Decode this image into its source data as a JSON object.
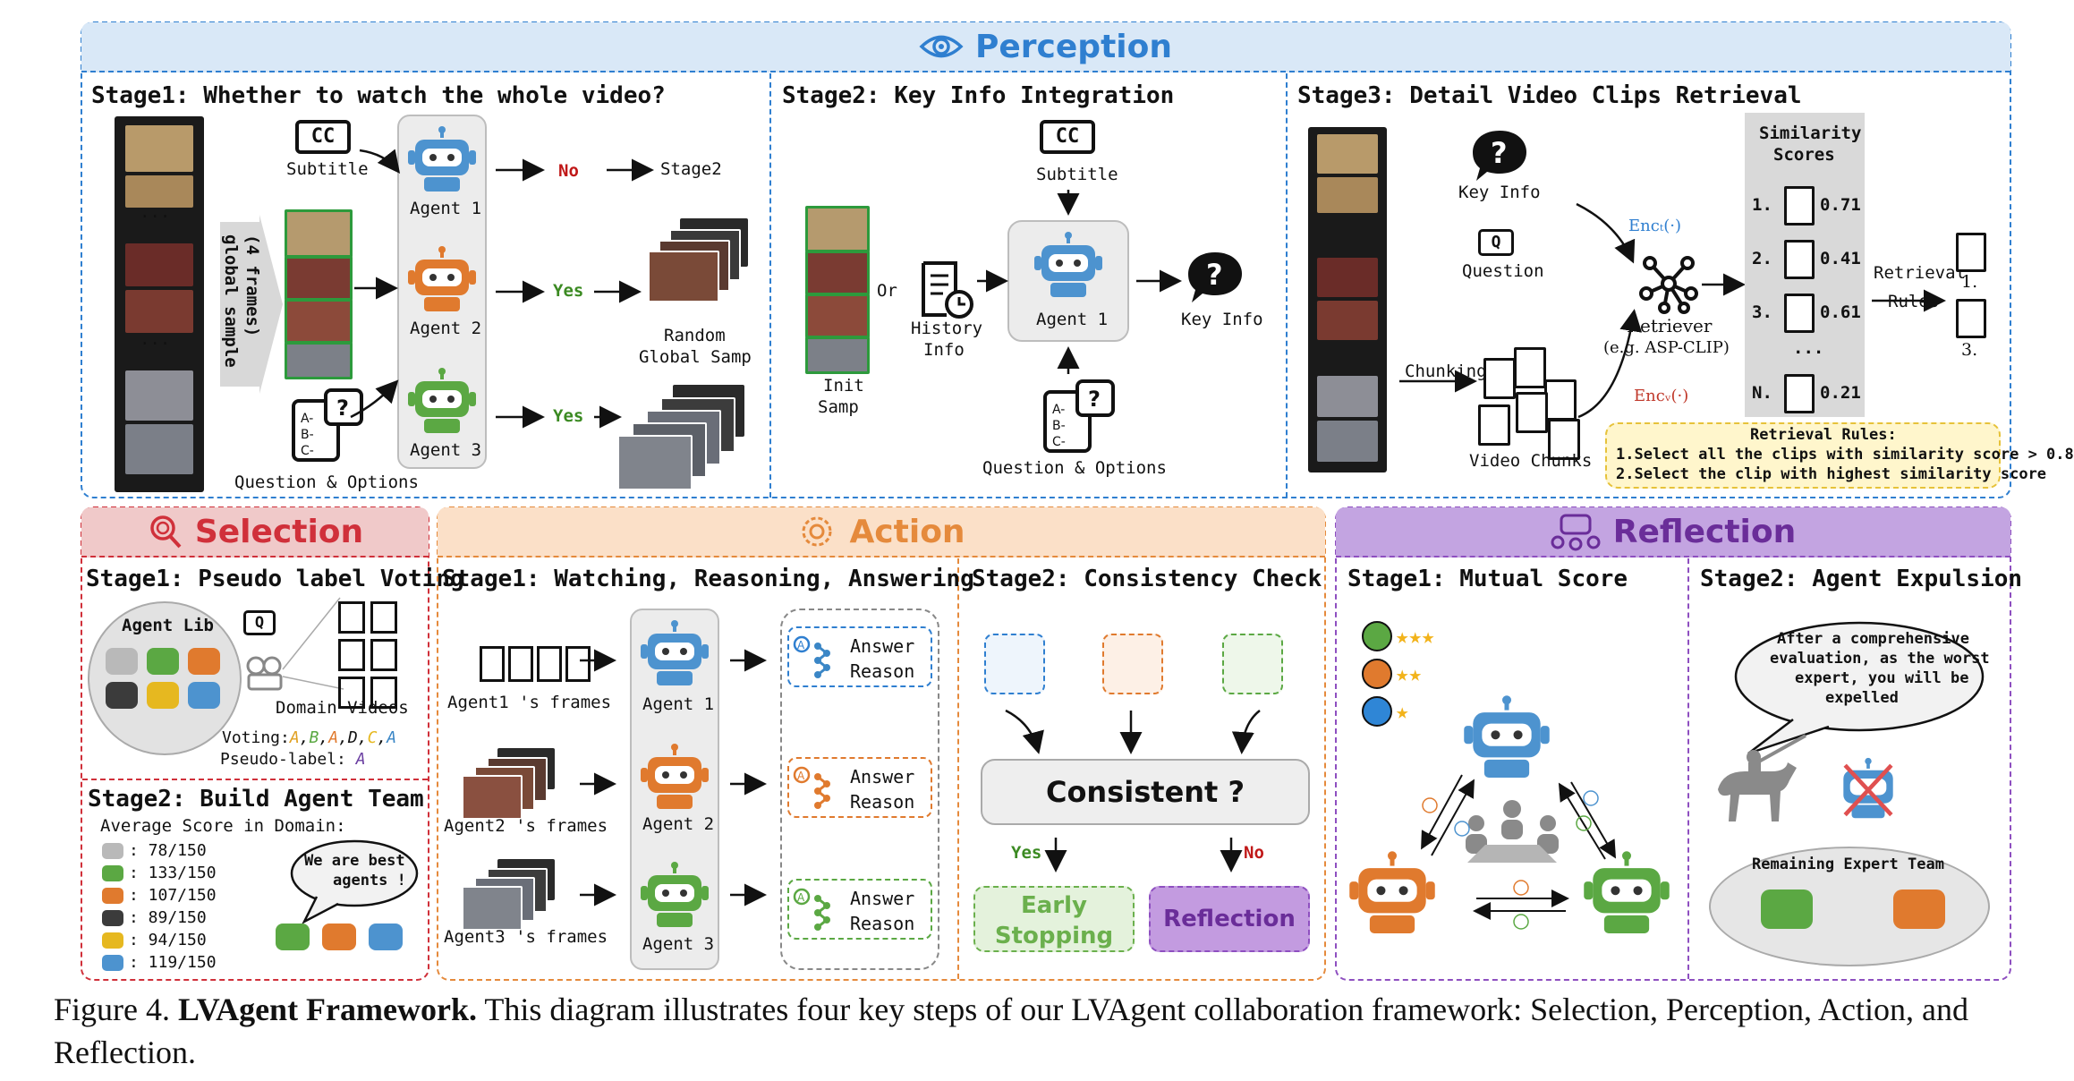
{
  "perception": {
    "title": "Perception",
    "stage1": {
      "title": "Stage1: Whether to watch the whole video?",
      "subtitle_label": "Subtitle",
      "cc_label": "CC",
      "sample_label_line1": "(4 frames)",
      "sample_label_line2": "global sample",
      "agent1": "Agent 1",
      "agent2": "Agent 2",
      "agent3": "Agent 3",
      "no": "No",
      "yes1": "Yes",
      "yes2": "Yes",
      "stage2_target": "Stage2",
      "random_line1": "Random",
      "random_line2": "Global Samp",
      "question_options": "Question & Options",
      "ellipsis": "..."
    },
    "stage2": {
      "title": "Stage2: Key Info Integration",
      "subtitle_label": "Subtitle",
      "cc_label": "CC",
      "or_label": "Or",
      "history_line1": "History",
      "history_line2": "Info",
      "init_line1": "Init",
      "init_line2": "Samp",
      "agent1": "Agent 1",
      "key_info": "Key Info",
      "question_options": "Question & Options"
    },
    "stage3": {
      "title": "Stage3: Detail Video Clips Retrieval",
      "key_info": "Key Info",
      "question": "Question",
      "chunking": "Chunking",
      "video_chunks": "Video Chunks",
      "enc_t": "Encₜ(·)",
      "enc_v": "Encᵥ(·)",
      "retriever_line1": "Retriever",
      "retriever_line2": "(e.g. ASP-CLIP)",
      "similarity_title_line1": "Similarity",
      "similarity_title_line2": "Scores",
      "scores": [
        {
          "index": "1.",
          "value": "0.71"
        },
        {
          "index": "2.",
          "value": "0.41"
        },
        {
          "index": "3.",
          "value": "0.61"
        },
        {
          "index": "N.",
          "value": "0.21"
        }
      ],
      "dots": "...",
      "retrieval_line1": "Retrieval",
      "retrieval_line2": "Rules",
      "result1": "1.",
      "result3": "3.",
      "rules_title": "Retrieval Rules:",
      "rule1": "1.Select all the clips with similarity score > 0.8",
      "rule2": "2.Select the clip with highest similarity score"
    }
  },
  "selection": {
    "title": "Selection",
    "stage1": {
      "title": "Stage1: Pseudo label Voting",
      "agent_lib": "Agent Lib",
      "domain_videos": "Domain Videos",
      "voting_prefix": "Voting:",
      "votes": [
        {
          "letter": "A",
          "color": "#e0a020"
        },
        {
          "letter": ",",
          "color": "#111111"
        },
        {
          "letter": "B",
          "color": "#5ba843"
        },
        {
          "letter": ",",
          "color": "#111111"
        },
        {
          "letter": "A",
          "color": "#e07a2e"
        },
        {
          "letter": ",",
          "color": "#111111"
        },
        {
          "letter": "D",
          "color": "#111111"
        },
        {
          "letter": ",",
          "color": "#111111"
        },
        {
          "letter": "C",
          "color": "#e6b820"
        },
        {
          "letter": ",",
          "color": "#111111"
        },
        {
          "letter": "A",
          "color": "#3a86c6"
        }
      ],
      "pseudo_prefix": "Pseudo-label: ",
      "pseudo_value": "A",
      "pseudo_color": "#6a3ea1",
      "q_label": "Q"
    },
    "stage2": {
      "title": "Stage2: Build Agent Team",
      "avg_label": "Average Score in Domain:",
      "scores": [
        {
          "value": ": 78/150",
          "color": "#b9b9b9"
        },
        {
          "value": ": 133/150",
          "color": "#5ba843"
        },
        {
          "value": ": 107/150",
          "color": "#e07a2e"
        },
        {
          "value": ": 89/150",
          "color": "#3b3b3b"
        },
        {
          "value": ": 94/150",
          "color": "#e6b820"
        },
        {
          "value": ": 119/150",
          "color": "#4d93cf"
        }
      ],
      "bubble_line1": "We are best",
      "bubble_line2": "agents !"
    }
  },
  "action": {
    "title": "Action",
    "stage1": {
      "title": "Stage1: Watching, Reasoning, Answering",
      "frames1": "Agent1 's frames",
      "frames2": "Agent2 's frames",
      "frames3": "Agent3 's frames",
      "agent1": "Agent 1",
      "agent2": "Agent 2",
      "agent3": "Agent 3",
      "answer": "Answer",
      "reason": "Reason"
    },
    "stage2": {
      "title": "Stage2: Consistency Check",
      "consistent": "Consistent ?",
      "yes": "Yes",
      "no": "No",
      "early_line1": "Early",
      "early_line2": "Stopping",
      "reflection": "Reflection"
    }
  },
  "reflection": {
    "title": "Reflection",
    "stage1": {
      "title": "Stage1: Mutual Score"
    },
    "stage2": {
      "title": "Stage2: Agent Expulsion",
      "bubble_line1": "After a comprehensive",
      "bubble_line2": "evaluation, as the worst",
      "bubble_line3": "expert, you will be",
      "bubble_line4": "expelled",
      "remaining": "Remaining Expert Team"
    }
  },
  "caption": {
    "prefix": "Figure 4. ",
    "bold": "LVAgent Framework.",
    "text": " This diagram illustrates four key steps of our LVAgent collaboration framework: Selection, Perception, Action, and Reflection."
  },
  "colors": {
    "blue": "#2f7fd0",
    "red": "#d0303a",
    "orange": "#e58a3c",
    "purple": "#8e4fc0",
    "green": "#6bb04d"
  }
}
